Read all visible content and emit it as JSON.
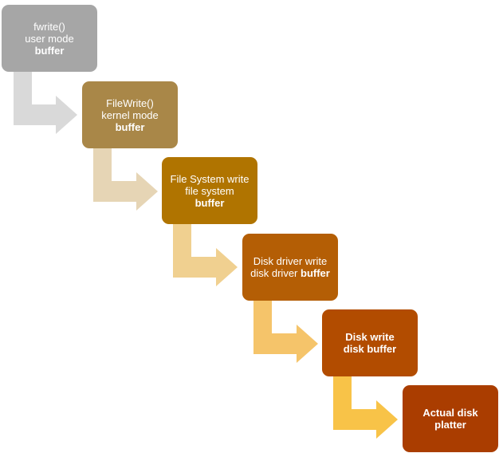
{
  "diagram": {
    "steps": [
      {
        "lines": [
          {
            "text": "fwrite()",
            "bold": false
          },
          {
            "text": "user mode",
            "bold": false
          },
          {
            "text": "buffer",
            "bold": true
          }
        ]
      },
      {
        "lines": [
          {
            "text": "FileWrite()",
            "bold": false
          },
          {
            "text": "kernel mode",
            "bold": false
          },
          {
            "text": "buffer",
            "bold": true
          }
        ]
      },
      {
        "lines": [
          {
            "text": "File System write",
            "bold": false
          },
          {
            "text": "file system",
            "bold": false
          },
          {
            "text": "buffer",
            "bold": true
          }
        ]
      },
      {
        "lines": [
          {
            "text": "Disk driver write",
            "bold": false
          },
          {
            "segments": [
              {
                "text": "disk driver ",
                "bold": false
              },
              {
                "text": "buffer",
                "bold": true
              }
            ]
          }
        ]
      },
      {
        "lines": [
          {
            "text": "Disk write",
            "bold": true
          },
          {
            "text": "disk buffer",
            "bold": true
          }
        ]
      },
      {
        "lines": [
          {
            "text": "Actual disk",
            "bold": true
          },
          {
            "text": "platter",
            "bold": true
          }
        ]
      }
    ],
    "colors": {
      "boxes": [
        "#a6a6a6",
        "#a98748",
        "#b07400",
        "#b45e05",
        "#b24c00",
        "#aa3d00"
      ],
      "arrows": [
        "#d9d9d9",
        "#e6d5b5",
        "#f0d090",
        "#f5c46a",
        "#f8c348"
      ]
    }
  }
}
